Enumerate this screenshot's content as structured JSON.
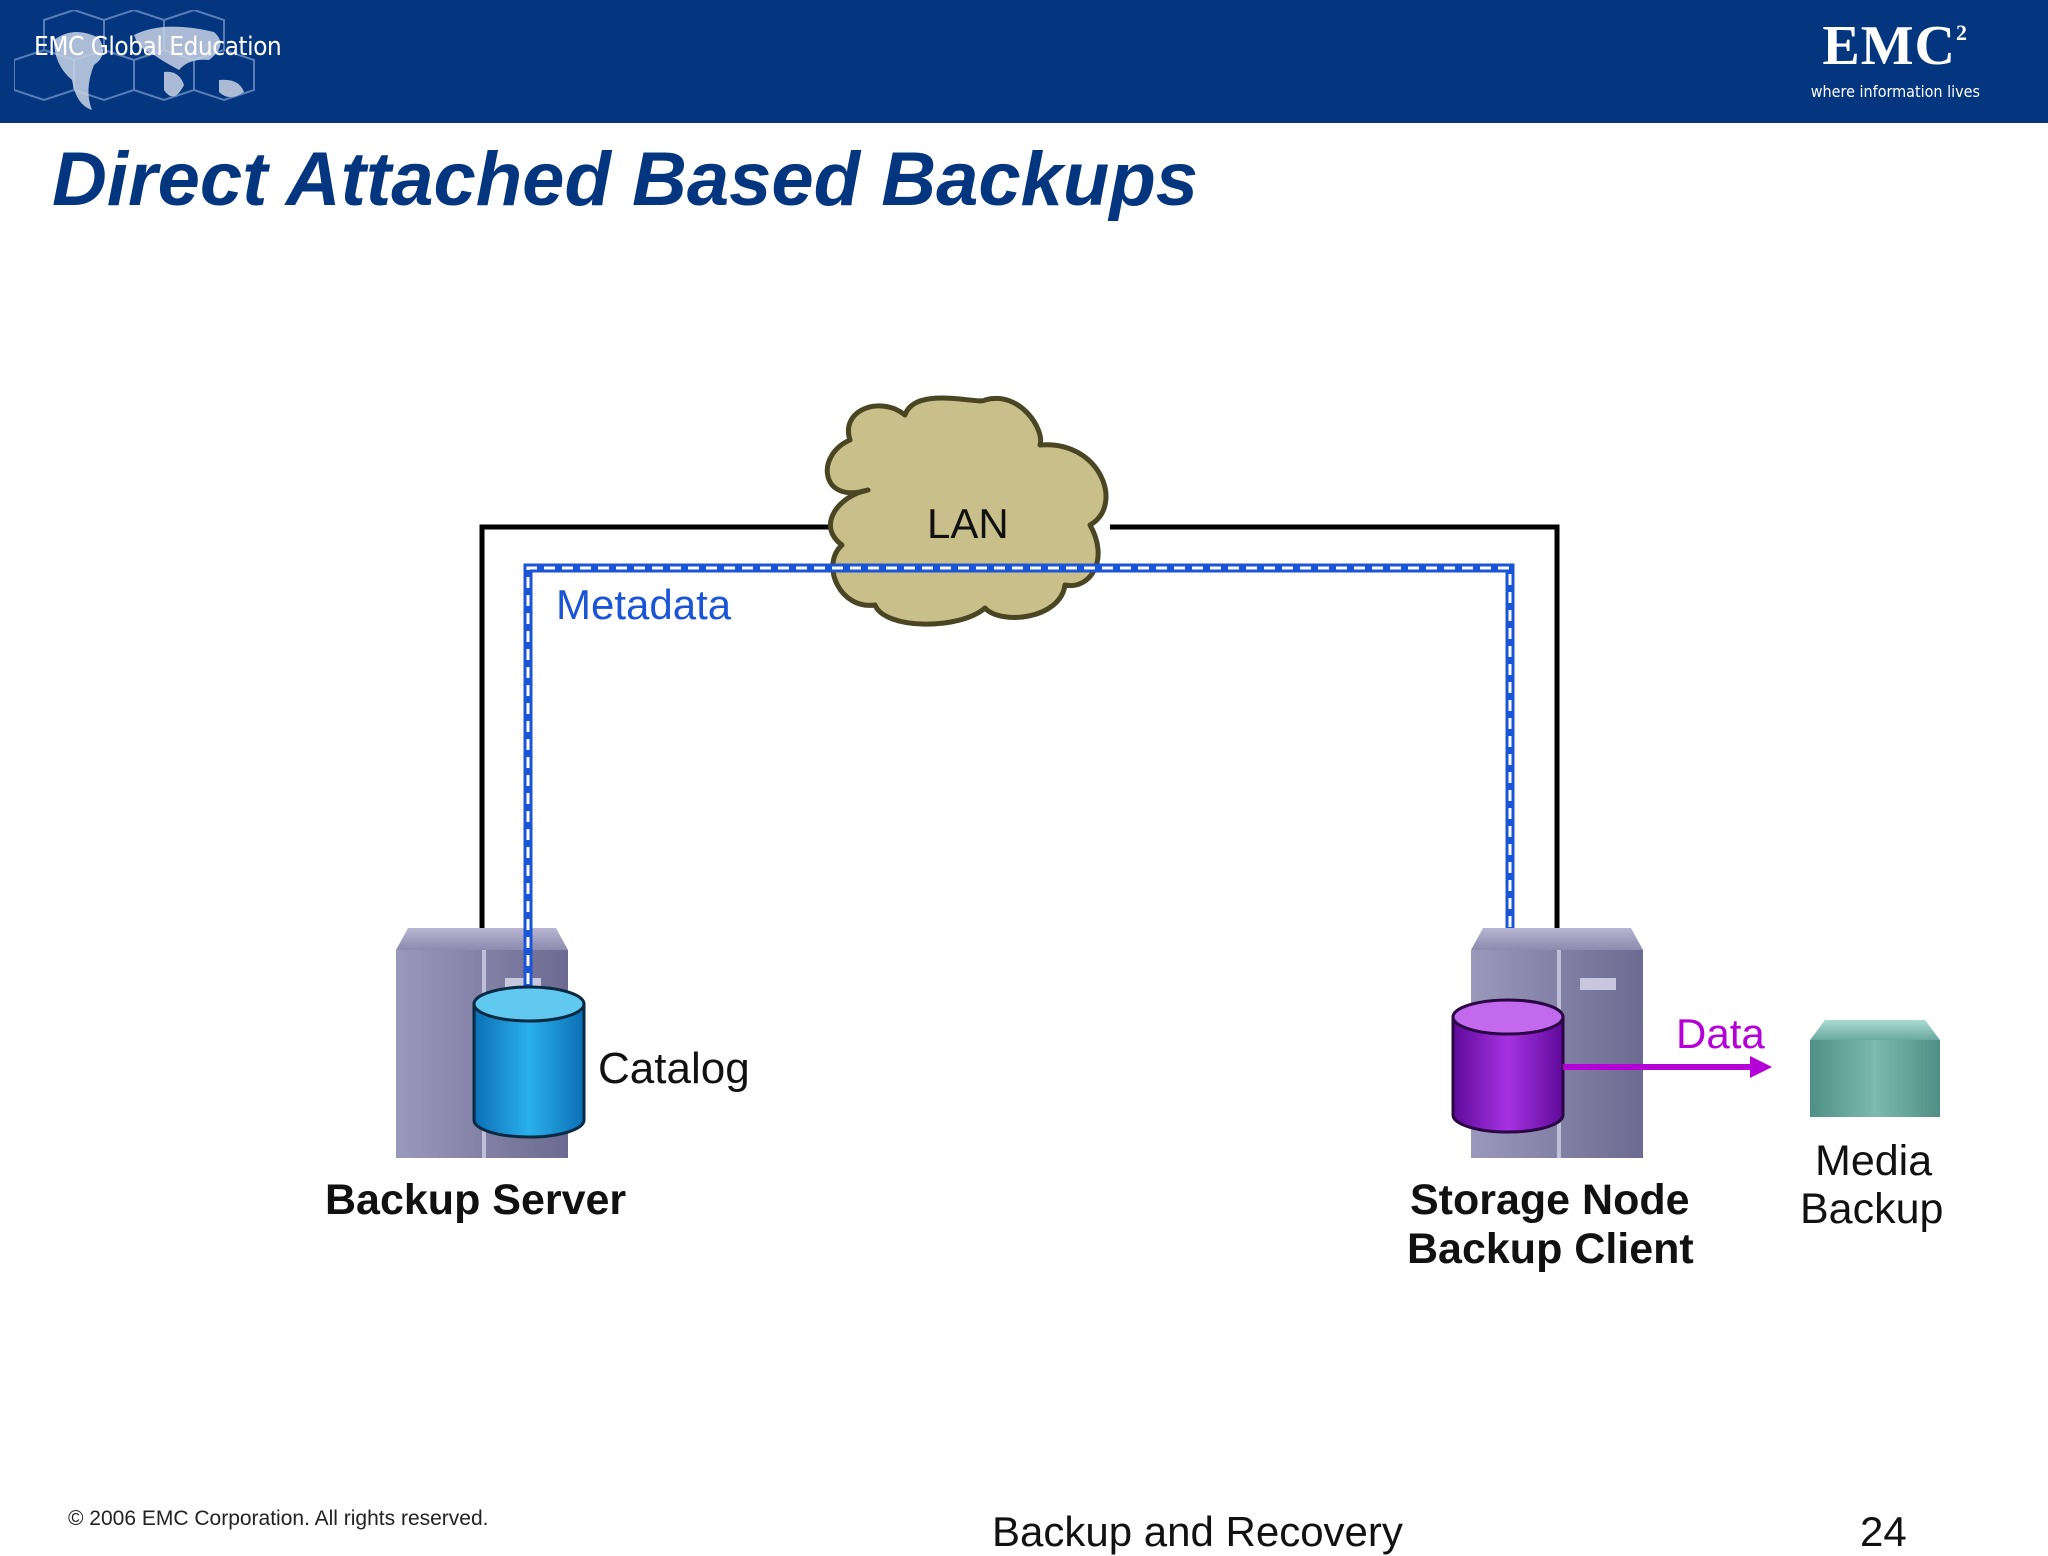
{
  "header": {
    "left_logo_text": "EMC Global Education",
    "brand": "EMC",
    "brand_superscript": "2",
    "tagline": "where information lives"
  },
  "slide": {
    "title": "Direct Attached Based Backups"
  },
  "diagram": {
    "network_label": "LAN",
    "metadata_label": "Metadata",
    "catalog_label": "Catalog",
    "data_label": "Data",
    "backup_server_label": "Backup Server",
    "storage_node_label_line1": "Storage Node",
    "storage_node_label_line2": "Backup Client",
    "media_label_line1": "Media",
    "media_label_line2": "Backup",
    "colors": {
      "header": "#03367f",
      "metadata": "#1a55d6",
      "data": "#b400d6",
      "lan_cloud": "#c8bf8b",
      "catalog_db": "#1f9ad6",
      "client_db": "#8a12c8",
      "server": "#7e7ca0",
      "media": "#5fa49a"
    }
  },
  "footer": {
    "copyright": "© 2006 EMC Corporation. All rights reserved.",
    "course": "Backup and Recovery",
    "page_number": "24"
  }
}
